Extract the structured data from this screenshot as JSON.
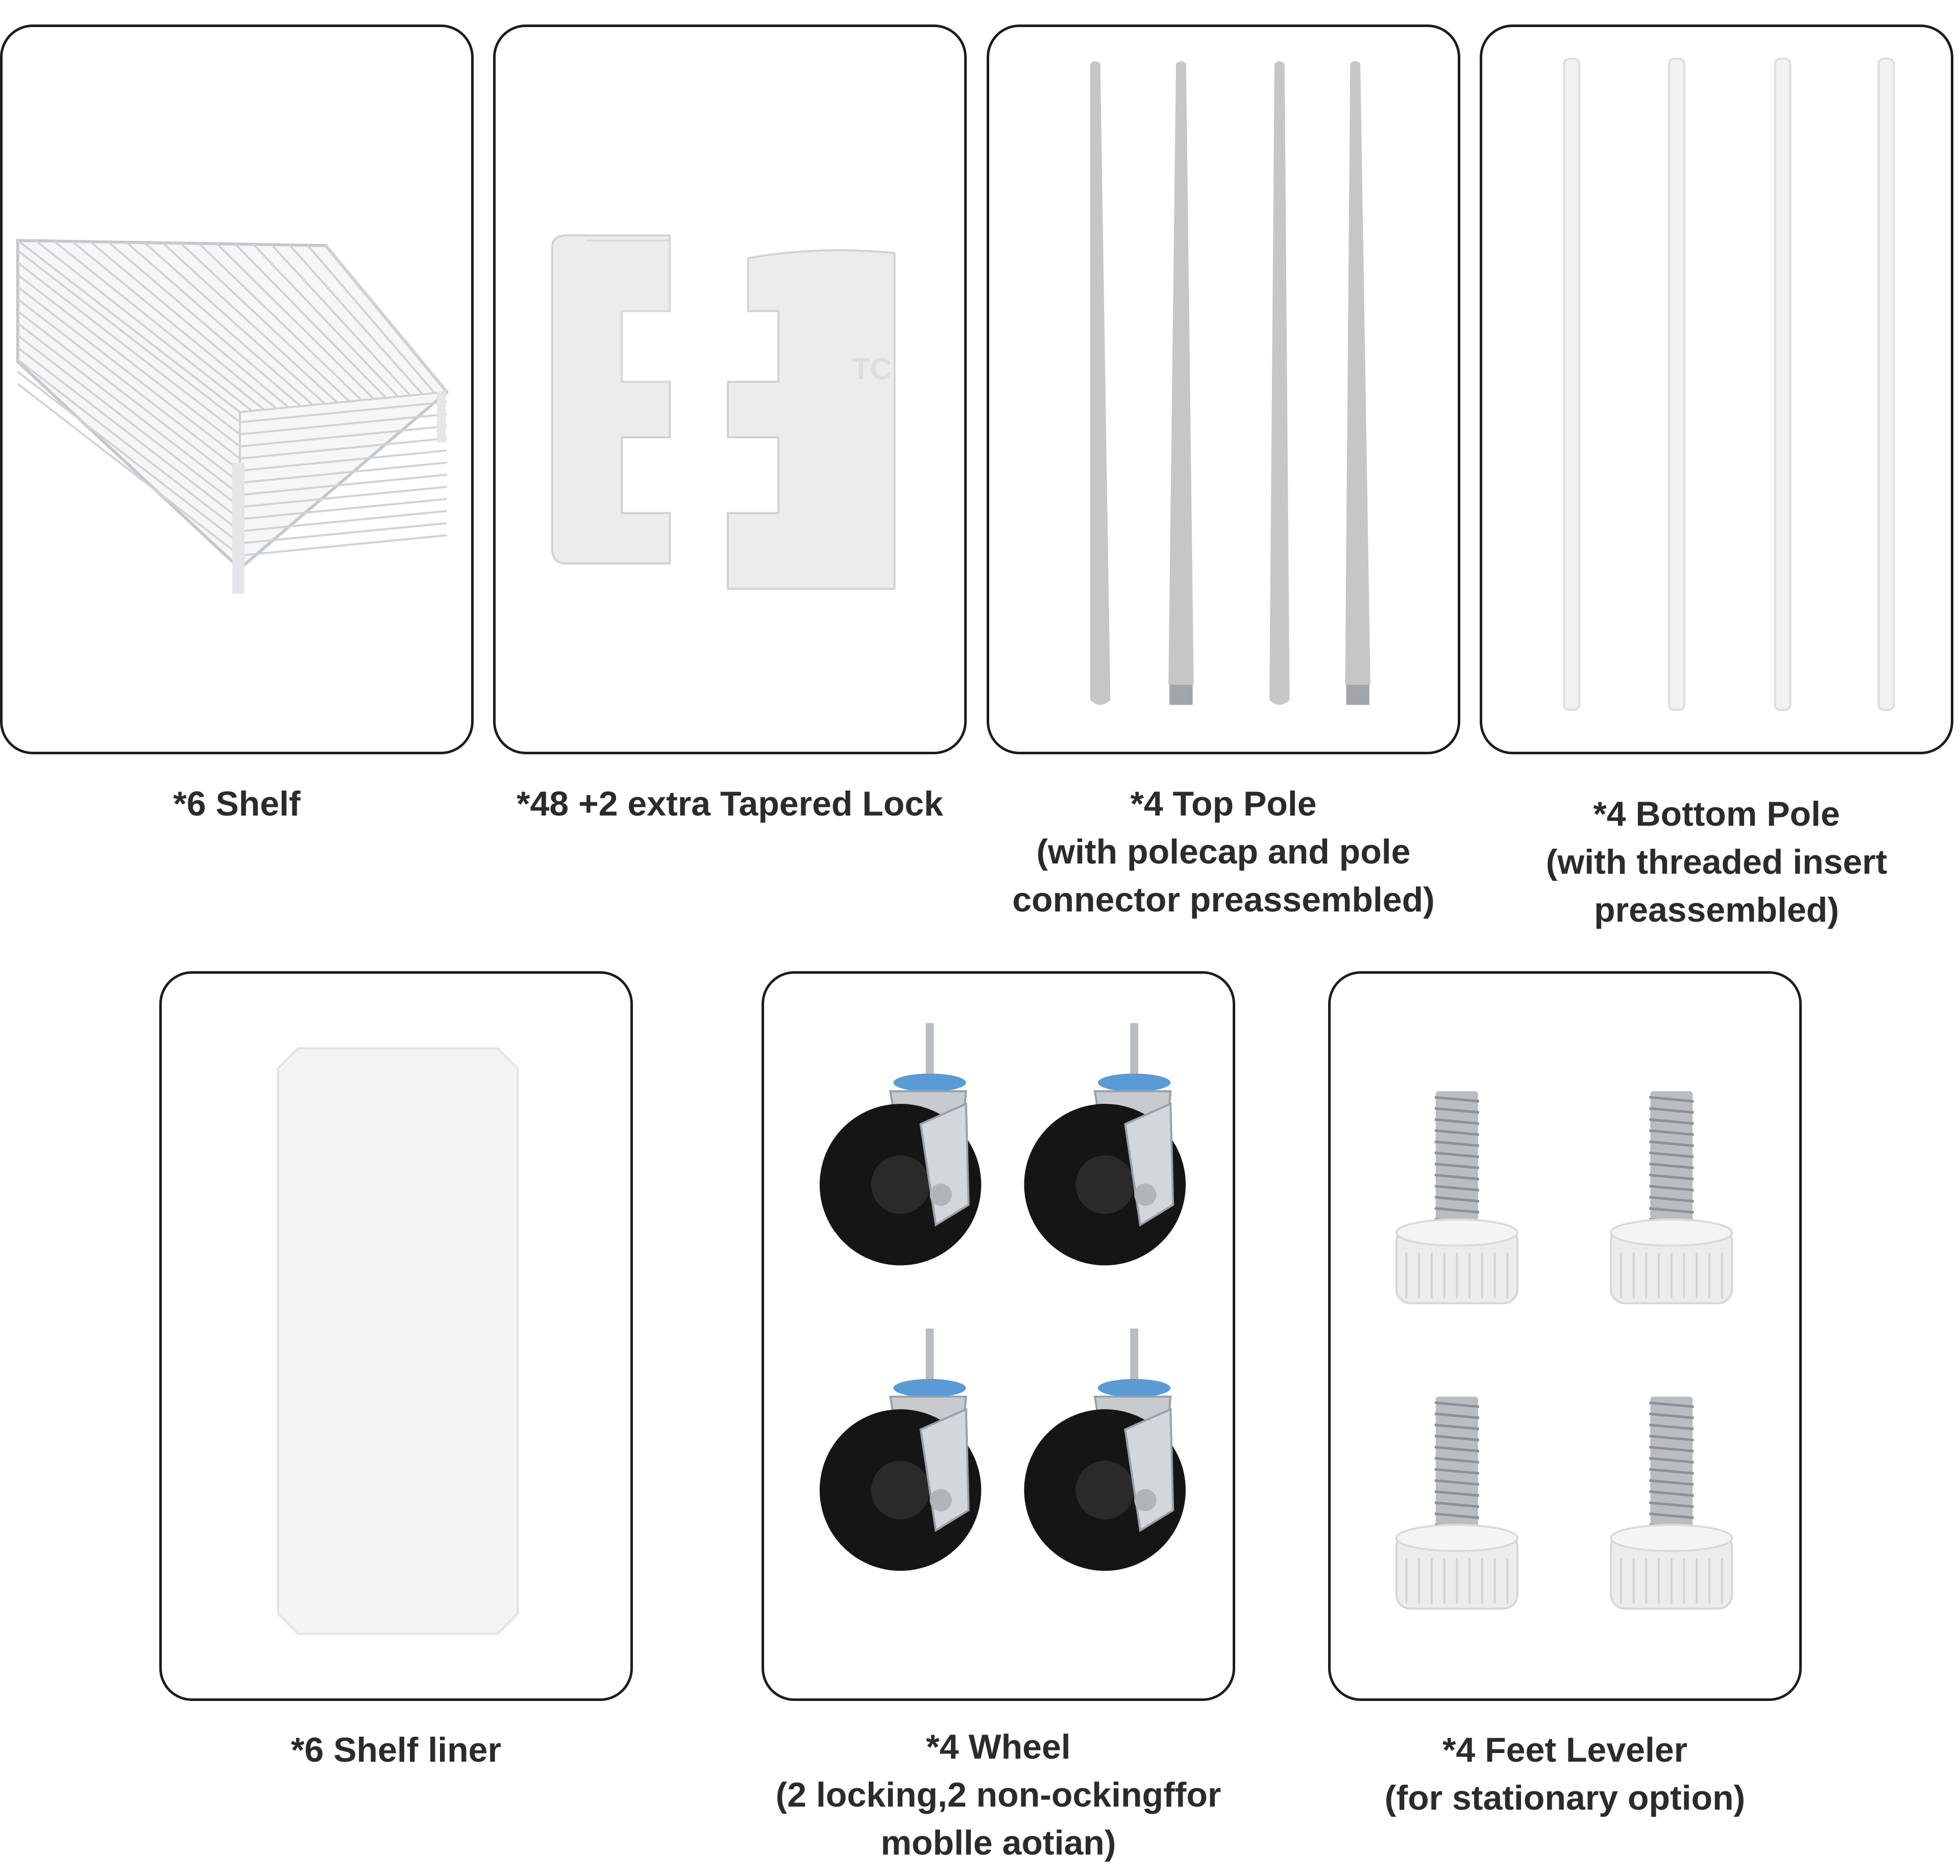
{
  "parts": [
    {
      "id": "shelf",
      "icon": "wire-shelf-icon",
      "caption": [
        "*6 Shelf"
      ]
    },
    {
      "id": "tapered-lock",
      "icon": "tapered-lock-icon",
      "caption": [
        "*48 +2 extra Tapered Lock"
      ]
    },
    {
      "id": "top-pole",
      "icon": "top-pole-icon",
      "caption": [
        "*4 Top Pole",
        "(with polecap and pole",
        "connector preassembled)"
      ]
    },
    {
      "id": "bottom-pole",
      "icon": "bottom-pole-icon",
      "caption": [
        "*4 Bottom Pole",
        "(with threaded insert",
        "preassembled)"
      ]
    },
    {
      "id": "shelf-liner",
      "icon": "shelf-liner-icon",
      "caption": [
        "*6 Shelf liner"
      ]
    },
    {
      "id": "wheel",
      "icon": "caster-wheel-icon",
      "caption": [
        "*4 Wheel",
        "(2 locking,2 non-ockingffor",
        "moblle aotian)"
      ]
    },
    {
      "id": "feet-leveler",
      "icon": "feet-leveler-icon",
      "caption": [
        "*4 Feet Leveler",
        "(for stationary option)"
      ]
    }
  ],
  "lock_emboss": "TC",
  "colors": {
    "border": "#1c1c1c",
    "pole_gray": "#c6c6c6",
    "pole_white": "#f2f2f4",
    "part_white": "#ececec",
    "wheel_black": "#151515",
    "metal": "#b9bdc2",
    "washer_blue": "#5b9bd5"
  }
}
